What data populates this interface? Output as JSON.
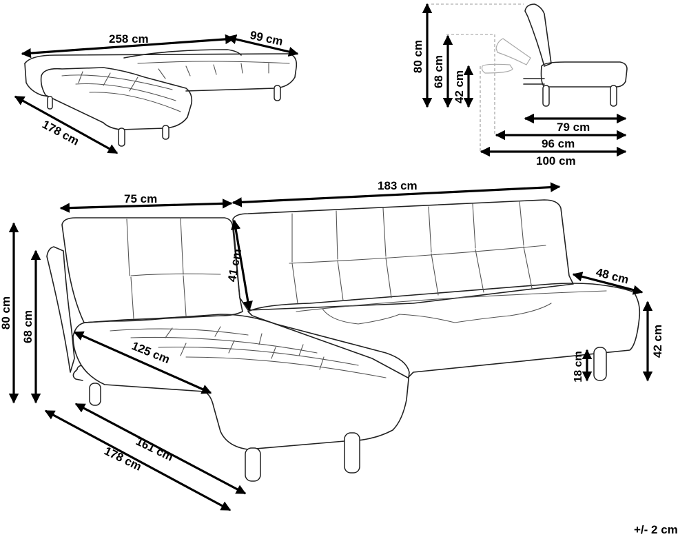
{
  "top_left_view": {
    "total_length": "258  cm",
    "depth": "99 cm",
    "chaise_length": "178 cm"
  },
  "side_view": {
    "total_height": "80 cm",
    "half_recline_height": "68 cm",
    "seat_height": "42 cm",
    "seat_depth": "79 cm",
    "recline_depth": "96 cm",
    "flat_depth": "100 cm"
  },
  "main_view": {
    "chaise_width": "75 cm",
    "sofa_width": "183 cm",
    "backrest_height": "41 cm",
    "arm_depth": "48 cm",
    "seat_height_right": "42 cm",
    "leg_height": "18 cm",
    "total_height": "80 cm",
    "half_recline_height": "68 cm",
    "chaise_seat_length": "125 cm",
    "chaise_inner_length": "161 cm",
    "chaise_total_length": "178 cm"
  },
  "tolerance": "+/- 2 cm"
}
